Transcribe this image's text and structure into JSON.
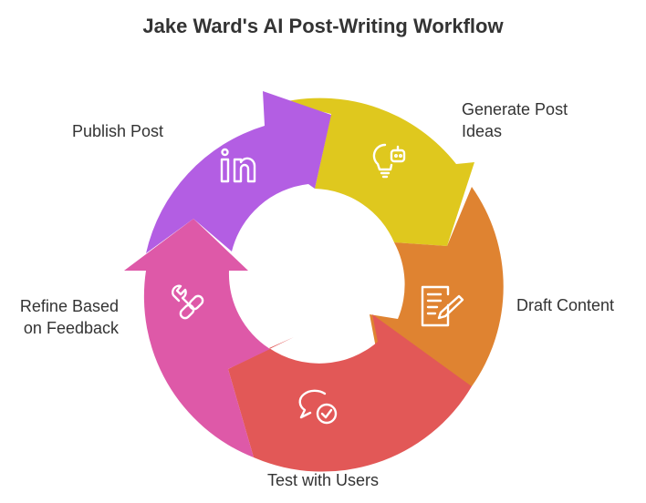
{
  "title": "Jake Ward's AI Post-Writing Workflow",
  "steps": [
    {
      "label_lines": [
        "Generate Post",
        "Ideas"
      ],
      "icon": "lightbulb-robot-icon",
      "color": "#DFC81E"
    },
    {
      "label_lines": [
        "Draft Content"
      ],
      "icon": "document-pencil-icon",
      "color": "#DF8331"
    },
    {
      "label_lines": [
        "Test with Users"
      ],
      "icon": "chat-check-icon",
      "color": "#E25857"
    },
    {
      "label_lines": [
        "Refine Based",
        "on Feedback"
      ],
      "icon": "wrench-link-icon",
      "color": "#DE59A8"
    },
    {
      "label_lines": [
        "Publish Post"
      ],
      "icon": "linkedin-icon",
      "color": "#B35EE3"
    }
  ]
}
